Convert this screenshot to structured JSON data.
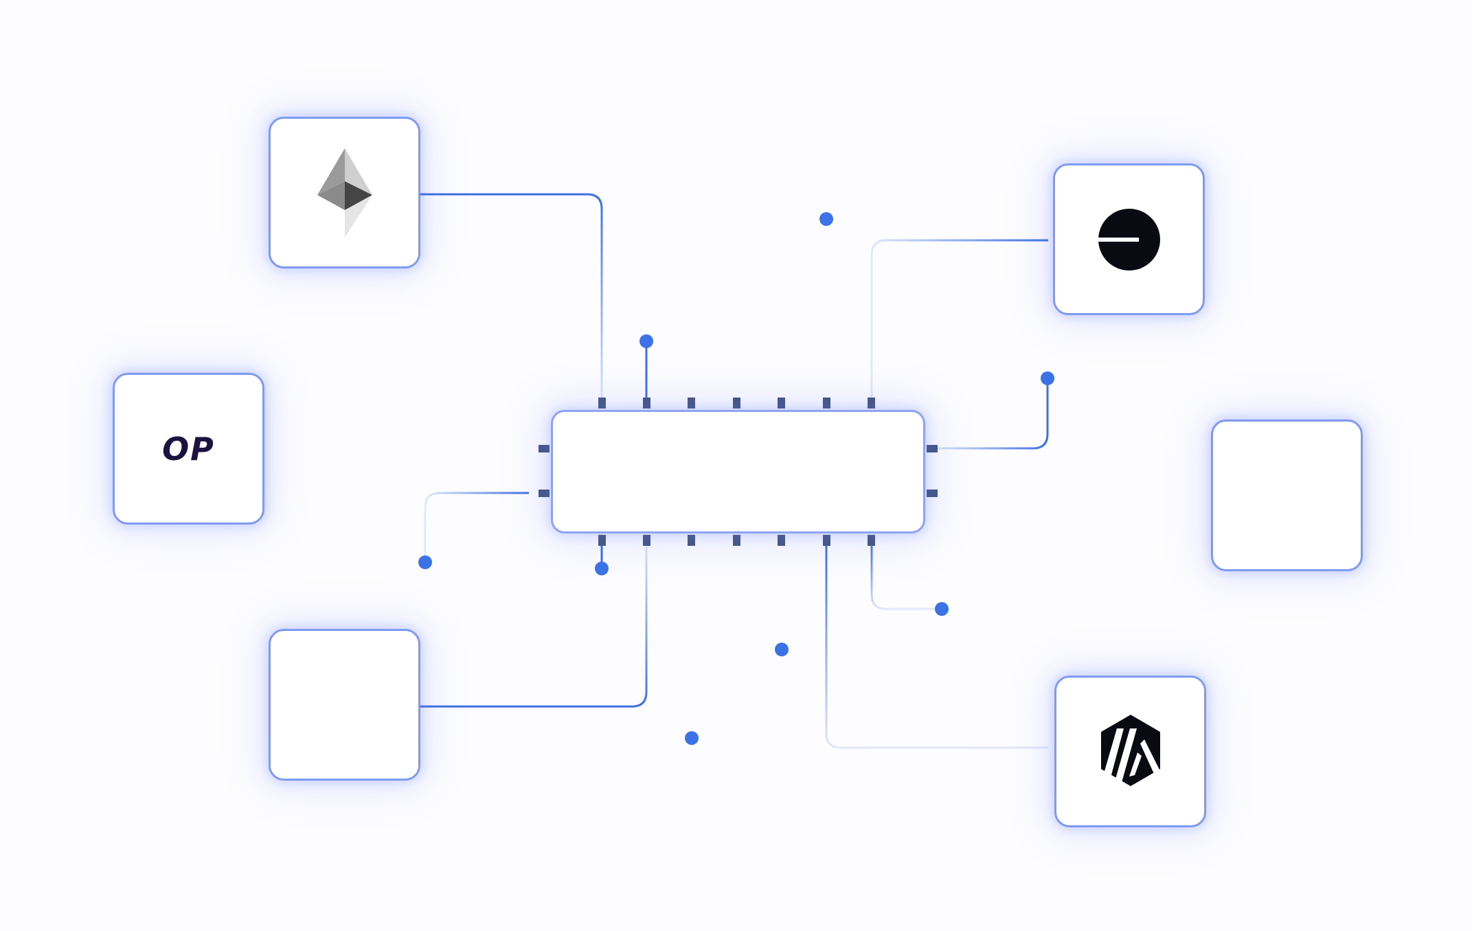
{
  "diagram": {
    "hub": {
      "name": "central-chip"
    },
    "nodes": [
      {
        "id": "ethereum",
        "icon": "ethereum-icon",
        "label": ""
      },
      {
        "id": "optimism",
        "icon": "optimism-logo",
        "label": "OP"
      },
      {
        "id": "blank-lower-left",
        "icon": "",
        "label": ""
      },
      {
        "id": "base",
        "icon": "base-icon",
        "label": ""
      },
      {
        "id": "blank-right",
        "icon": "",
        "label": ""
      },
      {
        "id": "arbitrum",
        "icon": "arbitrum-icon",
        "label": ""
      }
    ],
    "colors": {
      "wire": "#3d6fe0",
      "terminal": "#3b73e6",
      "pin": "#45557e",
      "node_border": "#7f9af0",
      "glow": "#6478ff"
    }
  }
}
